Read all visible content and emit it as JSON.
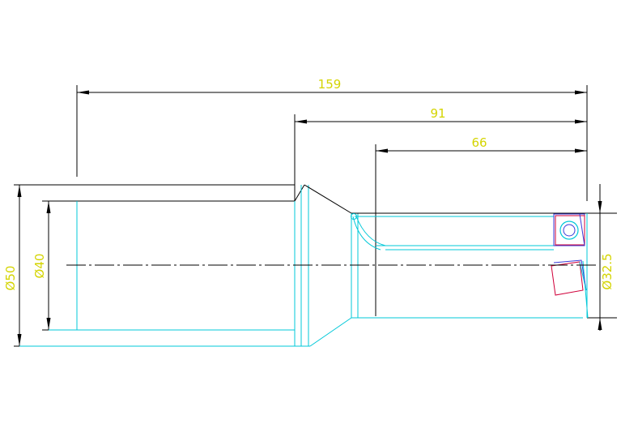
{
  "dimensions": {
    "overall_length": "159",
    "length_91": "91",
    "length_66": "66",
    "outer_diameter": "Ø50",
    "inner_diameter": "Ø40",
    "tip_diameter": "Ø32.5"
  },
  "colors": {
    "outline": "#000000",
    "geometry": "#00c8d8",
    "dimension_text": "#d4d400",
    "insert_primary": "#d0003a",
    "insert_secondary": "#3a3ad8"
  }
}
